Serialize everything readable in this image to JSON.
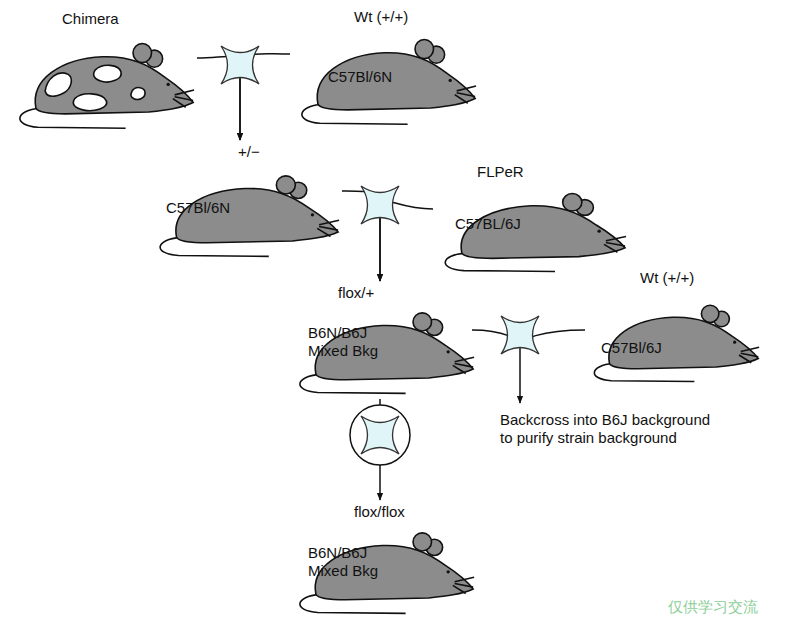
{
  "diagram": {
    "nodes": [
      {
        "text": [
          "Chimera"
        ]
      },
      {
        "text": [
          "Wt (+/+)",
          "C57Bl/6N"
        ]
      },
      {
        "text": [
          "+/−",
          "C57Bl/6N"
        ]
      },
      {
        "text": [
          "FLPeR",
          "C57BL/6J"
        ]
      },
      {
        "text": [
          "flox/+",
          "B6N/B6J Mixed Bkg"
        ]
      },
      {
        "text": [
          "Wt (+/+)",
          "C57Bl/6J"
        ]
      },
      {
        "text": [
          "flox/flox",
          "B6N/B6J Mixed Bkg"
        ]
      }
    ],
    "edges": [
      {
        "from": 0,
        "to": 2,
        "arrow": "to"
      },
      {
        "from": 1,
        "to": 2,
        "arrow": "to"
      },
      {
        "from": 2,
        "to": 4,
        "arrow": "to"
      },
      {
        "from": 3,
        "to": 4,
        "arrow": "to"
      },
      {
        "from": 4,
        "to": 6,
        "arrow": "to"
      }
    ],
    "labels": [
      "Backcross into B6J background to purify strain background",
      "仅供学习交流"
    ]
  }
}
